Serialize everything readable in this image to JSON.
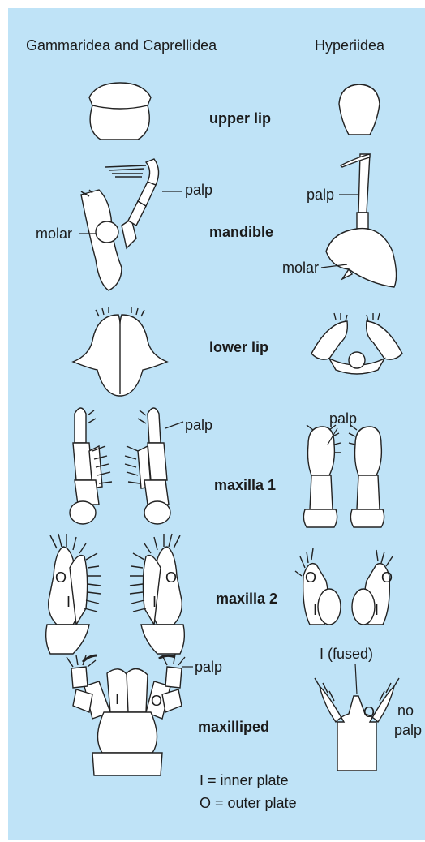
{
  "headers": {
    "left": "Gammaridea and Caprellidea",
    "right": "Hyperiidea"
  },
  "rows": {
    "upper_lip": "upper lip",
    "mandible": "mandible",
    "lower_lip": "lower lip",
    "maxilla1": "maxilla 1",
    "maxilla2": "maxilla 2",
    "maxilliped": "maxilliped"
  },
  "labels": {
    "palp": "palp",
    "molar": "molar",
    "inner": "I",
    "outer": "O",
    "inner_fused": "I (fused)",
    "no": "no",
    "palp_word": "palp"
  },
  "legend": {
    "inner": "I = inner plate",
    "outer": "O = outer plate"
  },
  "colors": {
    "panel": "#bfe3f7",
    "stroke": "#222222",
    "fill": "#ffffff"
  }
}
